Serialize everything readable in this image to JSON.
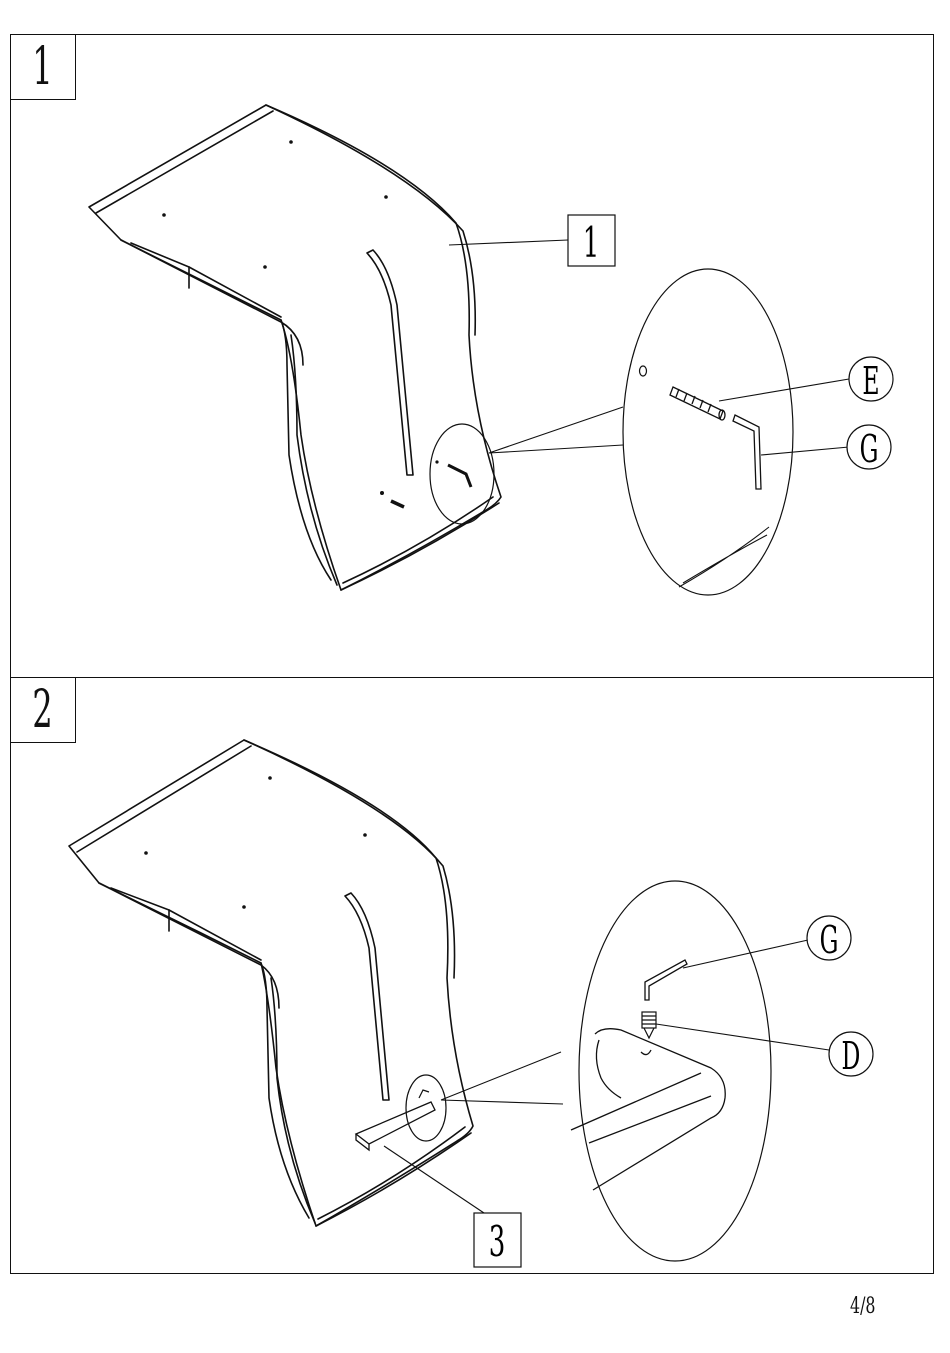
{
  "steps": [
    {
      "number": "1",
      "callouts": {
        "part": "1",
        "screw": "E",
        "key": "G"
      }
    },
    {
      "number": "2",
      "callouts": {
        "part": "3",
        "key": "G",
        "nut": "D"
      }
    }
  ],
  "page_number": "4/8"
}
